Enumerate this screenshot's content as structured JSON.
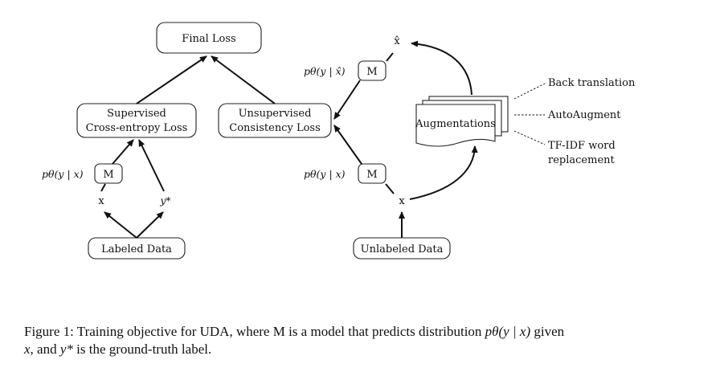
{
  "nodes": {
    "final_loss": "Final Loss",
    "supervised_loss": [
      "Supervised",
      "Cross-entropy Loss"
    ],
    "unsupervised_loss": [
      "Unsupervised",
      "Consistency Loss"
    ],
    "model_label": "M",
    "labeled_data": "Labeled Data",
    "unlabeled_data": "Unlabeled Data",
    "augmentations": "Augmentations",
    "x": "x",
    "y_star": "y*",
    "x_hat": "x̂"
  },
  "formulas": {
    "p_y_given_x": "pθ(y | x)",
    "p_y_given_xhat": "pθ(y | x̂)"
  },
  "augmentation_methods": [
    "Back translation",
    "AutoAugment",
    "TF-IDF word",
    "replacement"
  ],
  "caption": {
    "part1": "Figure 1: Training objective for UDA, where M is a model that predicts distribution ",
    "math1": "pθ(y | x)",
    "part2": " given",
    "math2": "x",
    "part3": ", and ",
    "math3": "y*",
    "part4": " is the ground-truth label."
  }
}
